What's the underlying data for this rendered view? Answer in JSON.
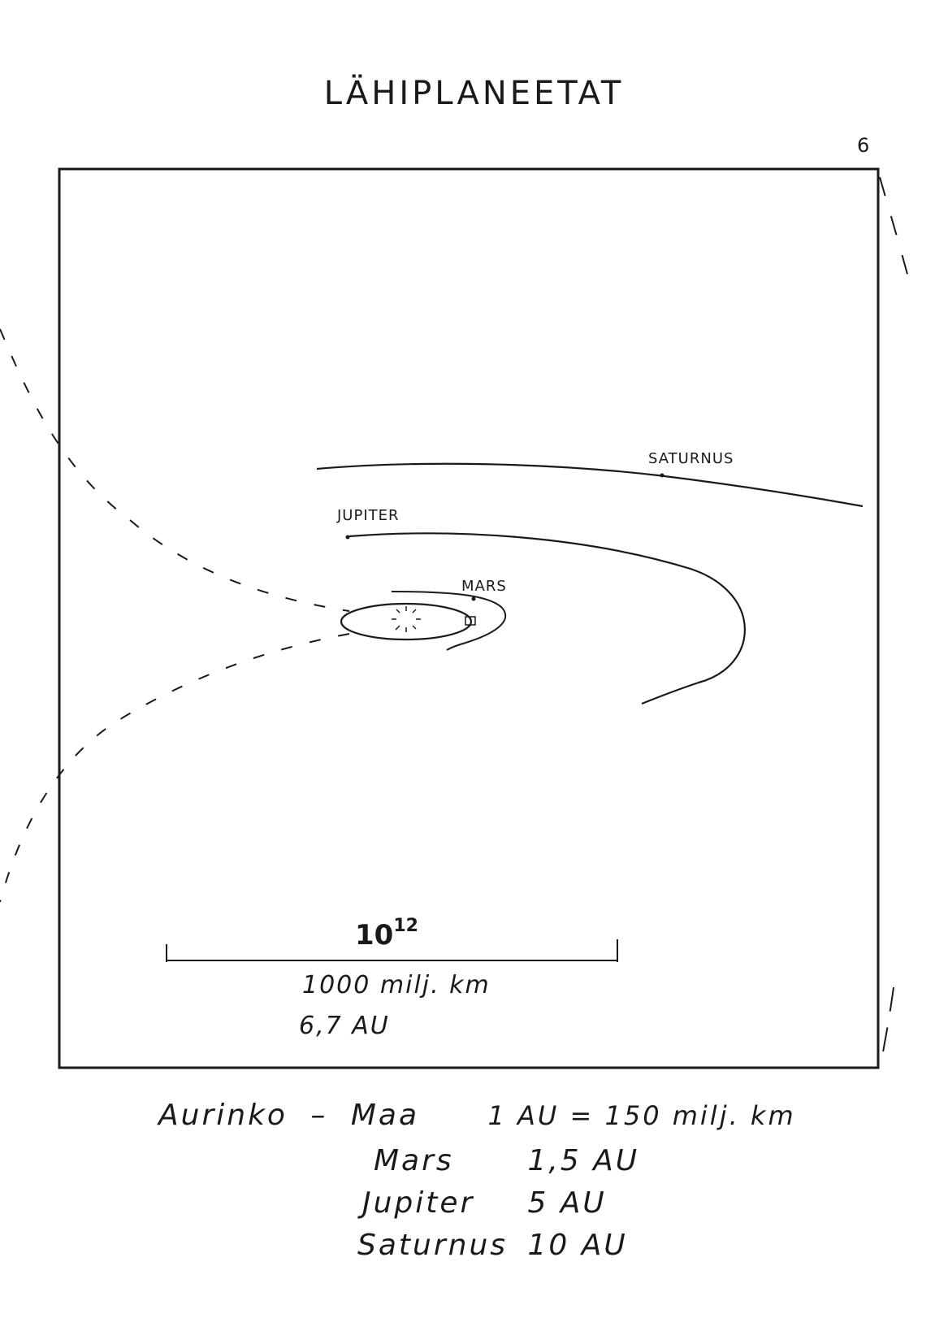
{
  "title": "LÄHIPLANEETAT",
  "page_number": "6",
  "planets": {
    "saturn": "SATURNUS",
    "jupiter": "JUPITER",
    "mars": "MARS"
  },
  "scale": {
    "power": "10",
    "exponent": "12",
    "km": "1000 milj. km",
    "au": "6,7 AU"
  },
  "legend": {
    "row1_from": "Aurinko",
    "row1_dash": "–",
    "row1_to": "Maa",
    "row1_value": "1 AU = 150 milj. km",
    "rows": [
      {
        "name": "Mars",
        "value": "1,5 AU"
      },
      {
        "name": "Jupiter",
        "value": "5 AU"
      },
      {
        "name": "Saturnus",
        "value": "10 AU"
      }
    ]
  },
  "colors": {
    "ink": "#1a1a1a",
    "paper": "#ffffff"
  }
}
